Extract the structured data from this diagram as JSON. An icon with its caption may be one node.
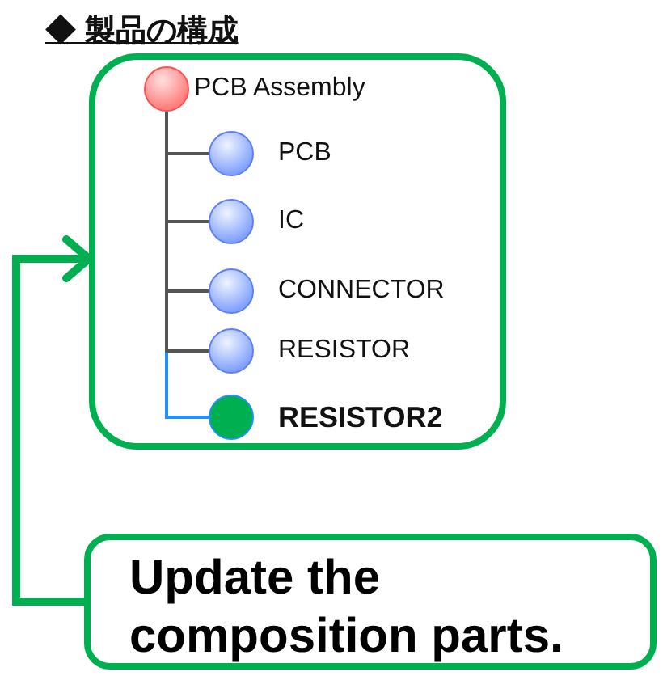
{
  "diagram": {
    "title": "◆ 製品の構成",
    "nodes": [
      {
        "text": [],
        "shape": "box"
      },
      {
        "text": [
          "PCB Assembly"
        ],
        "in": 0
      },
      {
        "text": [
          "PCB"
        ],
        "in": 0
      },
      {
        "text": [
          "IC"
        ],
        "in": 0
      },
      {
        "text": [
          "CONNECTOR"
        ],
        "in": 0
      },
      {
        "text": [
          "RESISTOR"
        ],
        "in": 0
      },
      {
        "text": [
          "RESISTOR2"
        ],
        "in": 0
      },
      {
        "text": [
          "Update the composition parts."
        ]
      }
    ],
    "edges": [
      {
        "from": 1,
        "to": 6,
        "arrow": "none",
        "color": "#1e90ff"
      },
      {
        "from": 1,
        "to": 2,
        "arrow": "none"
      },
      {
        "from": 1,
        "to": 3,
        "arrow": "none"
      },
      {
        "from": 1,
        "to": 4,
        "arrow": "none"
      },
      {
        "from": 1,
        "to": 5,
        "arrow": "none"
      },
      {
        "from": 7,
        "to": 0,
        "arrow": "to",
        "style": "thick",
        "color": "#00b050"
      }
    ]
  }
}
